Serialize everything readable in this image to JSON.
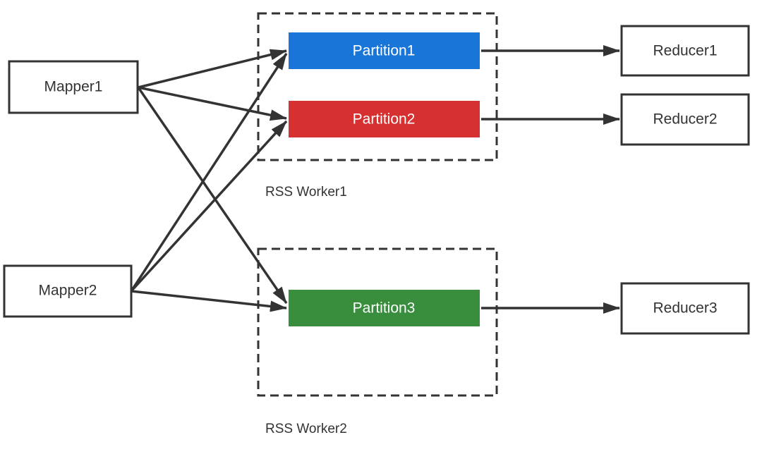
{
  "mappers": [
    {
      "label": "Mapper1"
    },
    {
      "label": "Mapper2"
    }
  ],
  "workers": [
    {
      "label": "RSS Worker1"
    },
    {
      "label": "RSS Worker2"
    }
  ],
  "partitions": [
    {
      "label": "Partition1",
      "color": "#1976d8"
    },
    {
      "label": "Partition2",
      "color": "#d63031"
    },
    {
      "label": "Partition3",
      "color": "#388e3c"
    }
  ],
  "reducers": [
    {
      "label": "Reducer1"
    },
    {
      "label": "Reducer2"
    },
    {
      "label": "Reducer3"
    }
  ],
  "edges": [
    {
      "from": "Mapper1",
      "to": "Partition1"
    },
    {
      "from": "Mapper1",
      "to": "Partition2"
    },
    {
      "from": "Mapper1",
      "to": "Partition3"
    },
    {
      "from": "Mapper2",
      "to": "Partition1"
    },
    {
      "from": "Mapper2",
      "to": "Partition2"
    },
    {
      "from": "Mapper2",
      "to": "Partition3"
    },
    {
      "from": "Partition1",
      "to": "Reducer1"
    },
    {
      "from": "Partition2",
      "to": "Reducer2"
    },
    {
      "from": "Partition3",
      "to": "Reducer3"
    }
  ],
  "colors": {
    "stroke": "#333333",
    "node_text": "#333333",
    "partition_text": "#ffffff"
  }
}
